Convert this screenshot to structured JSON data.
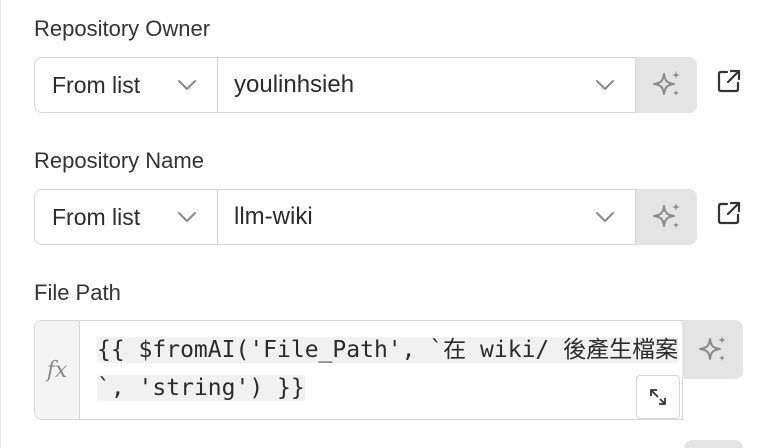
{
  "fields": {
    "owner": {
      "label": "Repository Owner",
      "mode": "From list",
      "value": "youlinhsieh"
    },
    "name": {
      "label": "Repository Name",
      "mode": "From list",
      "value": "llm-wiki"
    },
    "file_path": {
      "label": "File Path",
      "fx_label": "fx",
      "expression": "{{ $fromAI('File_Path', `在 wiki/ 後產生檔案`, 'string') }}"
    }
  },
  "icons": {
    "ai": "sparkles-icon",
    "external": "external-link-icon",
    "dropdown": "chevron-down-icon",
    "expand": "expand-icon"
  },
  "colors": {
    "ai_button_bg": "#e4e4e4",
    "border": "#d6d6d6",
    "text": "#2b2b2b"
  }
}
